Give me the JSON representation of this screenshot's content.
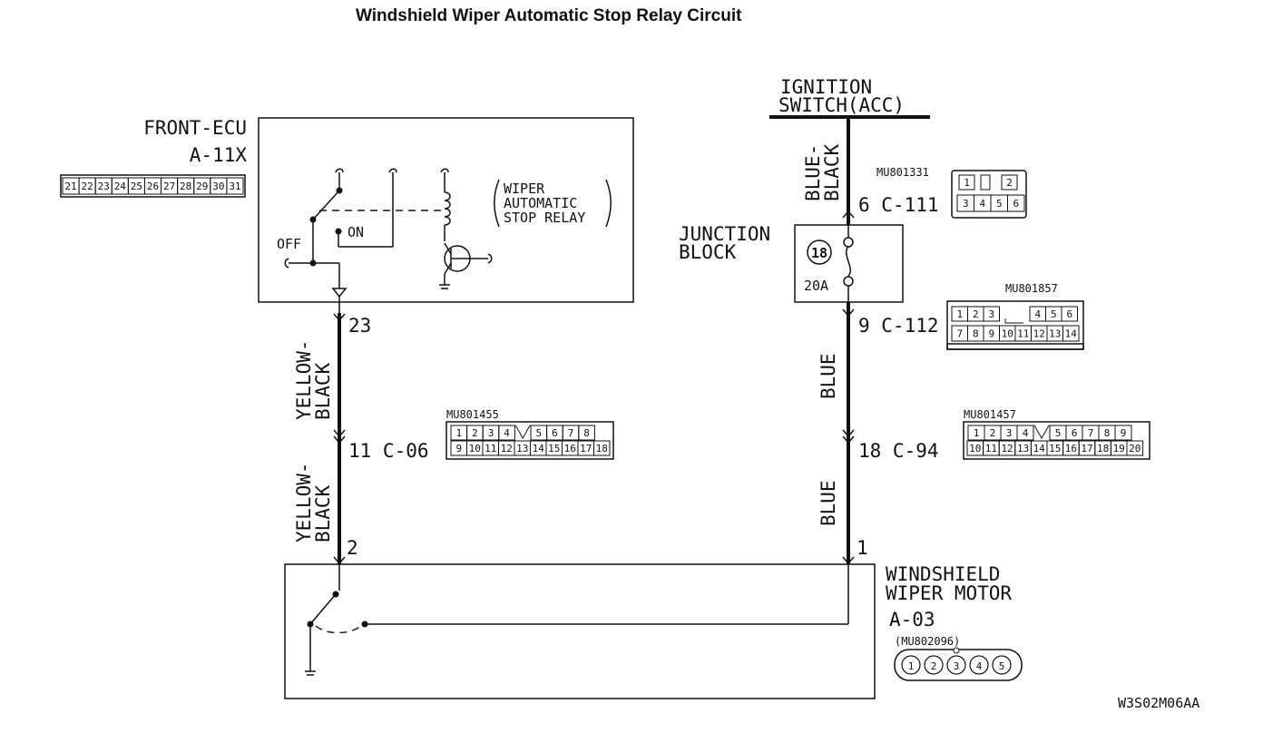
{
  "title": "Windshield Wiper Automatic Stop Relay Circuit",
  "drawing_code": "W3S02M06AA",
  "front_ecu": {
    "name": "FRONT-ECU",
    "id": "A-11X",
    "pins": [
      "21",
      "22",
      "23",
      "24",
      "25",
      "26",
      "27",
      "28",
      "29",
      "30",
      "31"
    ],
    "relay_label": [
      "WIPER",
      "AUTOMATIC",
      "STOP RELAY"
    ],
    "off_label": "OFF",
    "on_label": "ON"
  },
  "ignition": {
    "line1": "IGNITION",
    "line2": "SWITCH(ACC)"
  },
  "junction_block": {
    "line1": "JUNCTION",
    "line2": "BLOCK",
    "fuse_number": "18",
    "fuse_rating": "20A"
  },
  "motor": {
    "line1": "WINDSHIELD",
    "line2": "WIPER MOTOR",
    "id": "A-03",
    "part": "(MU802096)",
    "pins": [
      "1",
      "2",
      "3",
      "4",
      "5"
    ]
  },
  "wires": {
    "left_upper": [
      "YELLOW-",
      "BLACK"
    ],
    "left_lower": [
      "YELLOW-",
      "BLACK"
    ],
    "right_top": [
      "BLUE-",
      "BLACK"
    ],
    "right_middle": "BLUE",
    "right_lower": "BLUE"
  },
  "terminals": {
    "ecu_23": "23",
    "c06": "11 C-06",
    "motor_2": "2",
    "c111": "6 C-111",
    "c112": "9 C-112",
    "c94": "18 C-94",
    "motor_1": "1"
  },
  "connectors": {
    "mu801331": {
      "part": "MU801331",
      "row1": [
        "1",
        "",
        "2"
      ],
      "row2": [
        "3",
        "4",
        "5",
        "6"
      ]
    },
    "mu801857": {
      "part": "MU801857",
      "row1": [
        "1",
        "2",
        "3",
        "",
        "4",
        "5",
        "6"
      ],
      "row2": [
        "7",
        "8",
        "9",
        "10",
        "11",
        "12",
        "13",
        "14"
      ]
    },
    "mu801455": {
      "part": "MU801455",
      "row1": [
        "1",
        "2",
        "3",
        "4",
        "",
        "5",
        "6",
        "7",
        "8"
      ],
      "row2": [
        "9",
        "10",
        "11",
        "12",
        "13",
        "14",
        "15",
        "16",
        "17",
        "18"
      ]
    },
    "mu801457": {
      "part": "MU801457",
      "row1": [
        "1",
        "2",
        "3",
        "4",
        "",
        "5",
        "6",
        "7",
        "8",
        "9"
      ],
      "row2": [
        "10",
        "11",
        "12",
        "13",
        "14",
        "15",
        "16",
        "17",
        "18",
        "19",
        "20"
      ]
    }
  }
}
